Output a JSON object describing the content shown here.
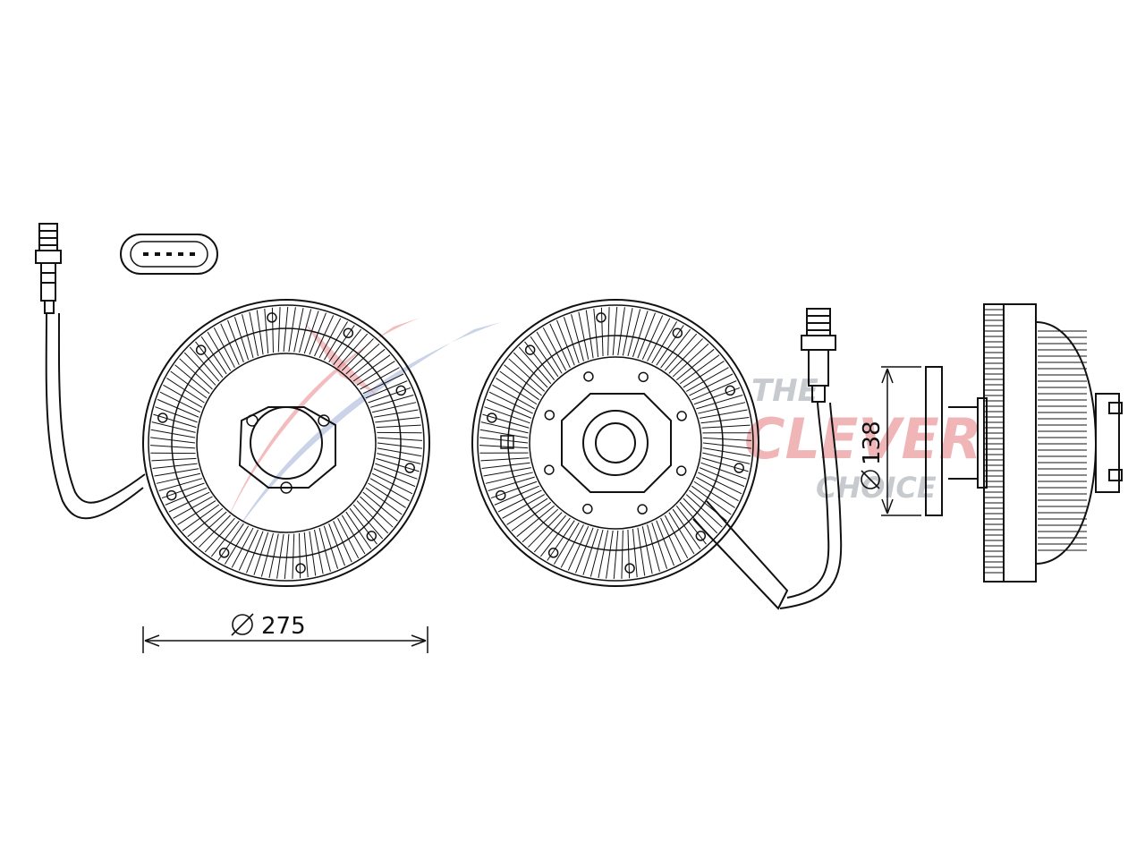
{
  "dimensions": {
    "outer_diameter": "275",
    "hub_diameter": "138"
  },
  "watermark": {
    "line1": "THE",
    "line2": "CLEVER",
    "line3": "CHOICE",
    "brand_color_red": "#d9262b",
    "brand_color_blue": "#2e4fa8"
  },
  "connector": {
    "pin_count": 5
  },
  "icons": {
    "diameter_symbol": "diameter-symbol-icon"
  }
}
